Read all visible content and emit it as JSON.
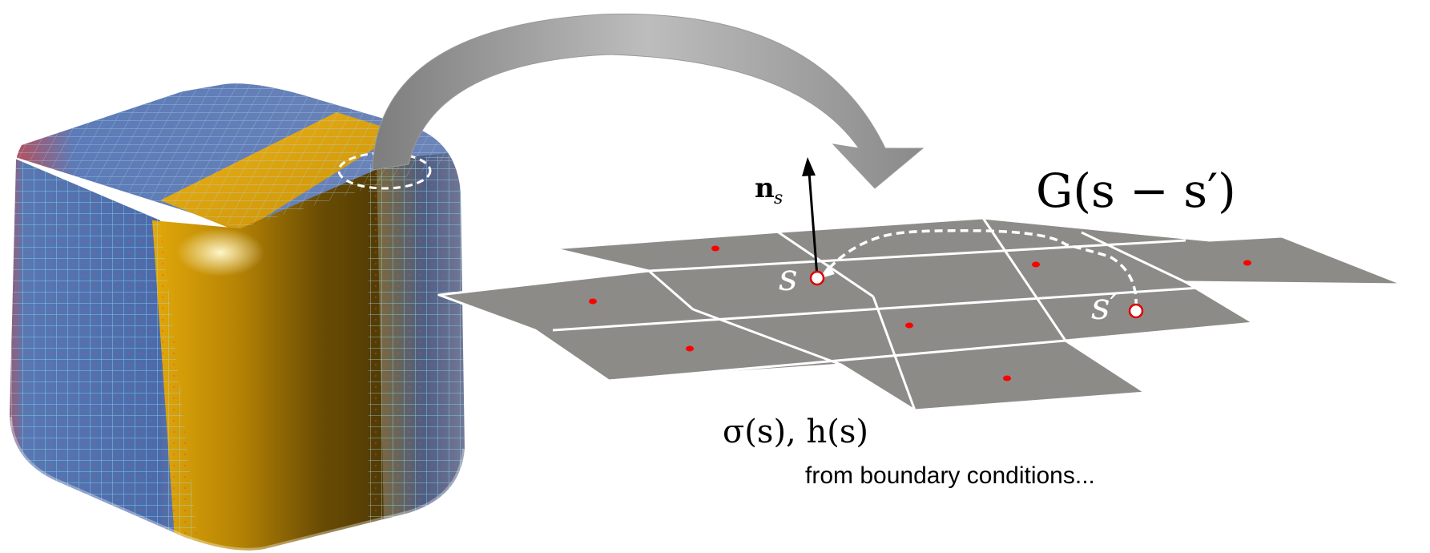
{
  "labels": {
    "green_function": "G(s − s′)",
    "normal": "n",
    "normal_subscript": "s",
    "point_s": "s",
    "point_s_prime": "s′",
    "boundary_quantities": "σ(s), h(s)",
    "caption": "from boundary conditions..."
  },
  "colors": {
    "cube_gold": "#d49a00",
    "cube_blue": "#4a6fb0",
    "cube_red": "#d8383a",
    "grid_lines": "#9fd6e0",
    "panel_fill": "#8c8a87",
    "panel_edge": "#ffffff",
    "collocation_dot": "#ff0000",
    "arrow_gray": "#8f8f8f"
  }
}
